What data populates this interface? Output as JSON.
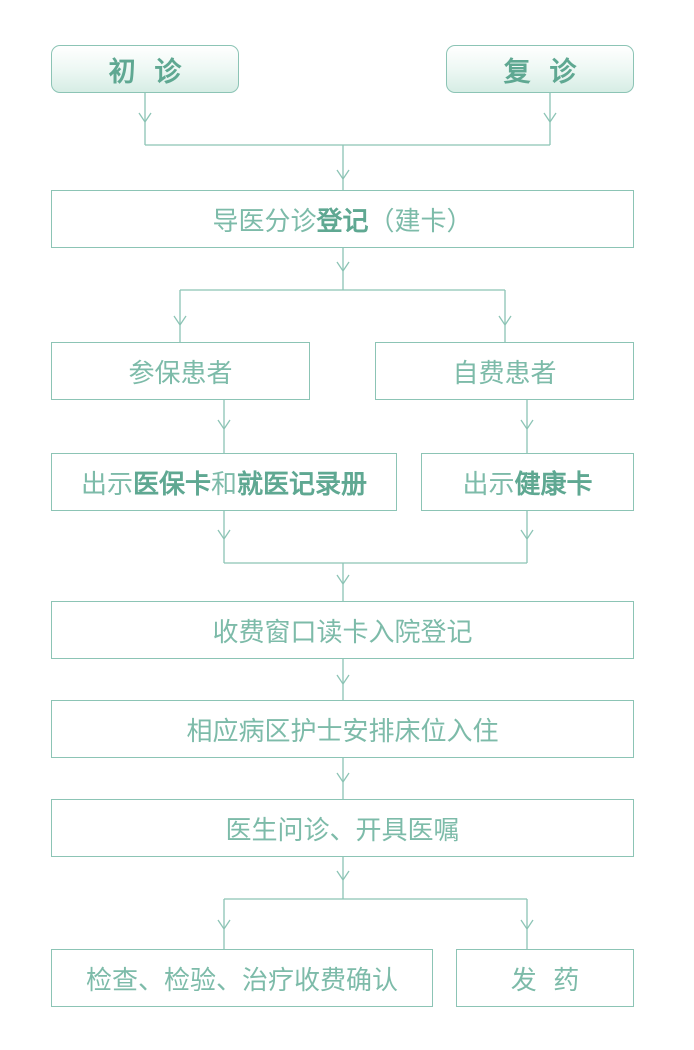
{
  "nodes": {
    "first_visit": "初  诊",
    "return_visit": "复  诊",
    "registration": {
      "pre": "导医分诊",
      "bold": "登记",
      "post": "（建卡）"
    },
    "insured": "参保患者",
    "self_pay": "自费患者",
    "insured_docs": {
      "pre": "出示",
      "bold1": "医保卡",
      "mid": "和",
      "bold2": "就医记录册"
    },
    "self_pay_docs": {
      "pre": "出示",
      "bold": "健康卡"
    },
    "admission": "收费窗口读卡入院登记",
    "ward": "相应病区护士安排床位入住",
    "consult": "医生问诊、开具医嘱",
    "exam": "检查、检验、治疗收费确认",
    "pharmacy": "发  药"
  },
  "colors": {
    "line": "#8cc4b5",
    "text": "#7dbba9",
    "bold_text": "#5fa892"
  }
}
